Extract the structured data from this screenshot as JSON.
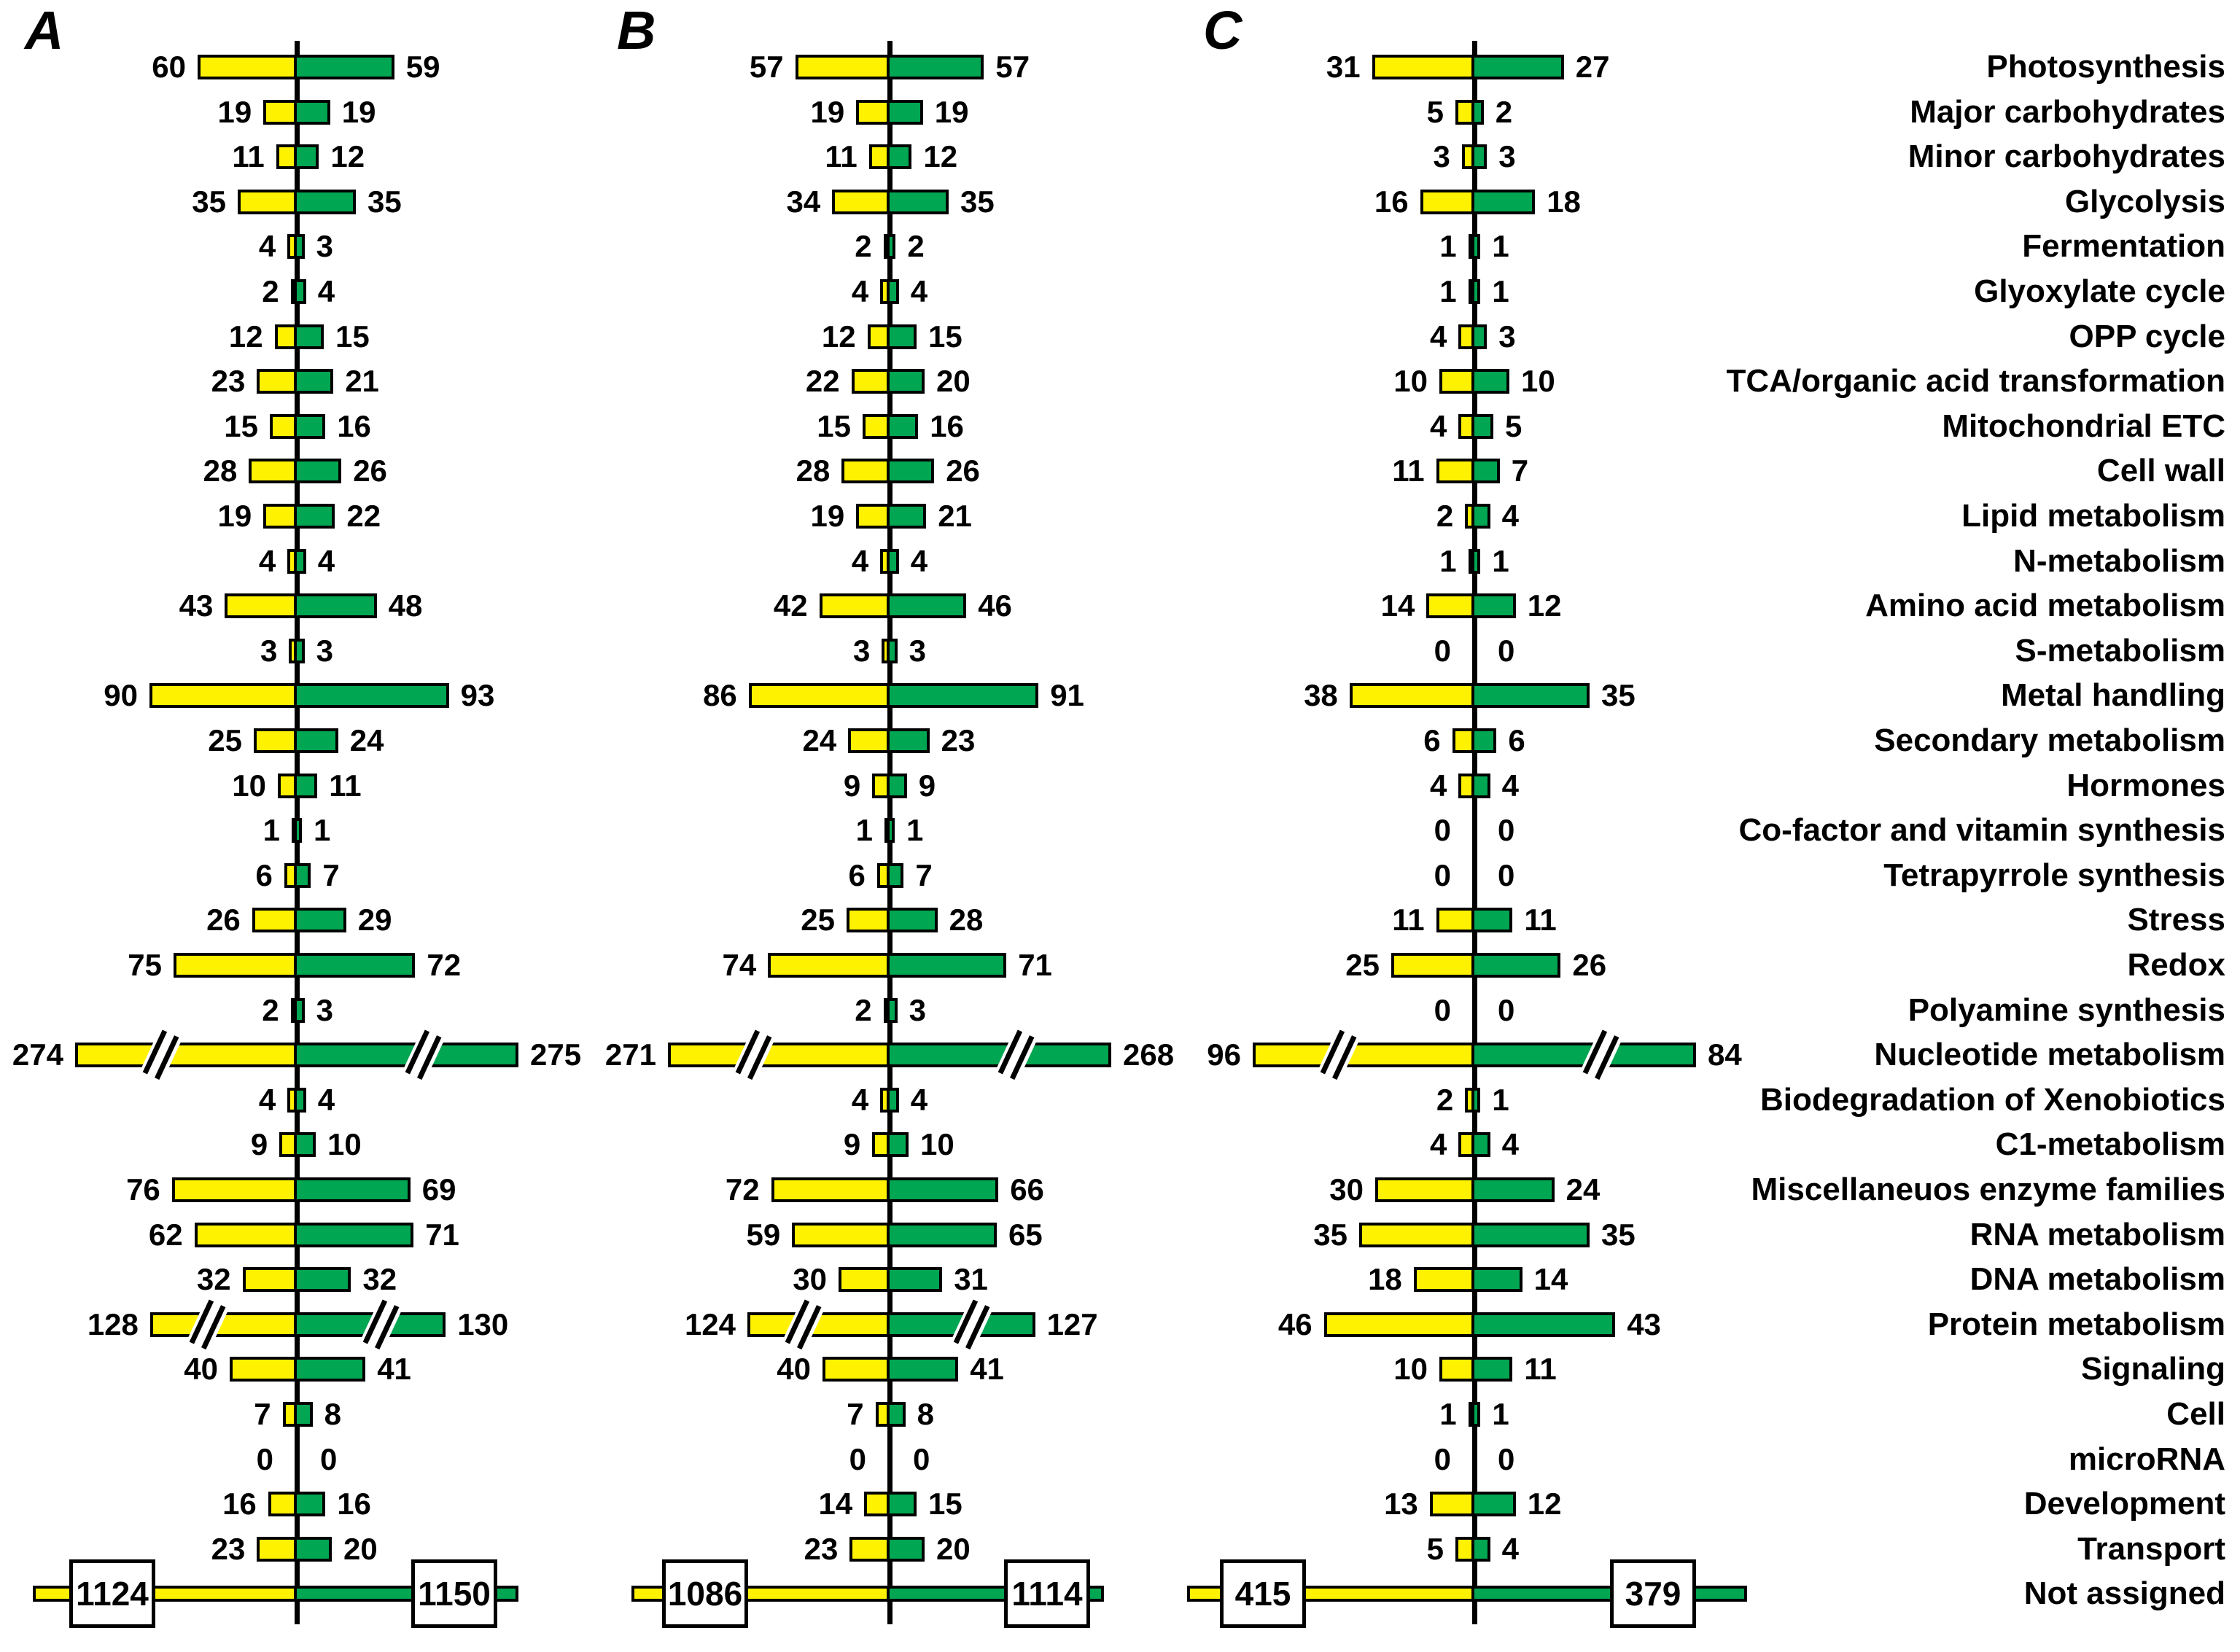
{
  "colors": {
    "left_bar": "#FFF200",
    "right_bar": "#00A651",
    "bar_border": "#000000",
    "axis": "#000000",
    "background": "#FFFFFF"
  },
  "chart_data": {
    "type": "bar",
    "subtype": "diverging-butterfly",
    "orientation": "horizontal",
    "title": "",
    "legend_position": "none",
    "grid": false,
    "categories": [
      "Photosynthesis",
      "Major carbohydrates",
      "Minor carbohydrates",
      "Glycolysis",
      "Fermentation",
      "Glyoxylate cycle",
      "OPP cycle",
      "TCA/organic acid transformation",
      "Mitochondrial ETC",
      "Cell wall",
      "Lipid metabolism",
      "N-metabolism",
      "Amino acid metabolism",
      "S-metabolism",
      "Metal handling",
      "Secondary metabolism",
      "Hormones",
      "Co-factor and vitamin synthesis",
      "Tetrapyrrole synthesis",
      "Stress",
      "Redox",
      "Polyamine synthesis",
      "Nucleotide metabolism",
      "Biodegradation of Xenobiotics",
      "C1-metabolism",
      "Miscellaneuos enzyme families",
      "RNA metabolism",
      "DNA metabolism",
      "Protein metabolism",
      "Signaling",
      "Cell",
      "microRNA",
      "Development",
      "Transport",
      "Not assigned"
    ],
    "panels": [
      {
        "label": "A",
        "series": [
          {
            "name": "left",
            "color_key": "left_bar",
            "values": [
              60,
              19,
              11,
              35,
              4,
              2,
              12,
              23,
              15,
              28,
              19,
              4,
              43,
              3,
              90,
              25,
              10,
              1,
              6,
              26,
              75,
              2,
              274,
              4,
              9,
              76,
              62,
              32,
              128,
              40,
              7,
              0,
              16,
              23,
              1124
            ]
          },
          {
            "name": "right",
            "color_key": "right_bar",
            "values": [
              59,
              19,
              12,
              35,
              3,
              4,
              15,
              21,
              16,
              26,
              22,
              4,
              48,
              3,
              93,
              24,
              11,
              1,
              7,
              29,
              72,
              3,
              275,
              4,
              10,
              69,
              71,
              32,
              130,
              41,
              8,
              0,
              16,
              20,
              1150
            ]
          }
        ]
      },
      {
        "label": "B",
        "series": [
          {
            "name": "left",
            "color_key": "left_bar",
            "values": [
              57,
              19,
              11,
              34,
              2,
              4,
              12,
              22,
              15,
              28,
              19,
              4,
              42,
              3,
              86,
              24,
              9,
              1,
              6,
              25,
              74,
              2,
              271,
              4,
              9,
              72,
              59,
              30,
              124,
              40,
              7,
              0,
              14,
              23,
              1086
            ]
          },
          {
            "name": "right",
            "color_key": "right_bar",
            "values": [
              57,
              19,
              12,
              35,
              2,
              4,
              15,
              20,
              16,
              26,
              21,
              4,
              46,
              3,
              91,
              23,
              9,
              1,
              7,
              28,
              71,
              3,
              268,
              4,
              10,
              66,
              65,
              31,
              127,
              41,
              8,
              0,
              15,
              20,
              1114
            ]
          }
        ]
      },
      {
        "label": "C",
        "series": [
          {
            "name": "left",
            "color_key": "left_bar",
            "values": [
              31,
              5,
              3,
              16,
              1,
              1,
              4,
              10,
              4,
              11,
              2,
              1,
              14,
              0,
              38,
              6,
              4,
              0,
              0,
              11,
              25,
              0,
              96,
              2,
              4,
              30,
              35,
              18,
              46,
              10,
              1,
              0,
              13,
              5,
              415
            ]
          },
          {
            "name": "right",
            "color_key": "right_bar",
            "values": [
              27,
              2,
              3,
              18,
              1,
              1,
              3,
              10,
              5,
              7,
              4,
              1,
              12,
              0,
              35,
              6,
              4,
              0,
              0,
              11,
              26,
              0,
              84,
              1,
              4,
              24,
              35,
              14,
              43,
              11,
              1,
              0,
              12,
              4,
              379
            ]
          }
        ]
      }
    ],
    "axis_break_rows": {
      "A": [
        22,
        28
      ],
      "B": [
        22,
        28
      ],
      "C": [
        22
      ]
    },
    "boxed_total_row": 34
  }
}
